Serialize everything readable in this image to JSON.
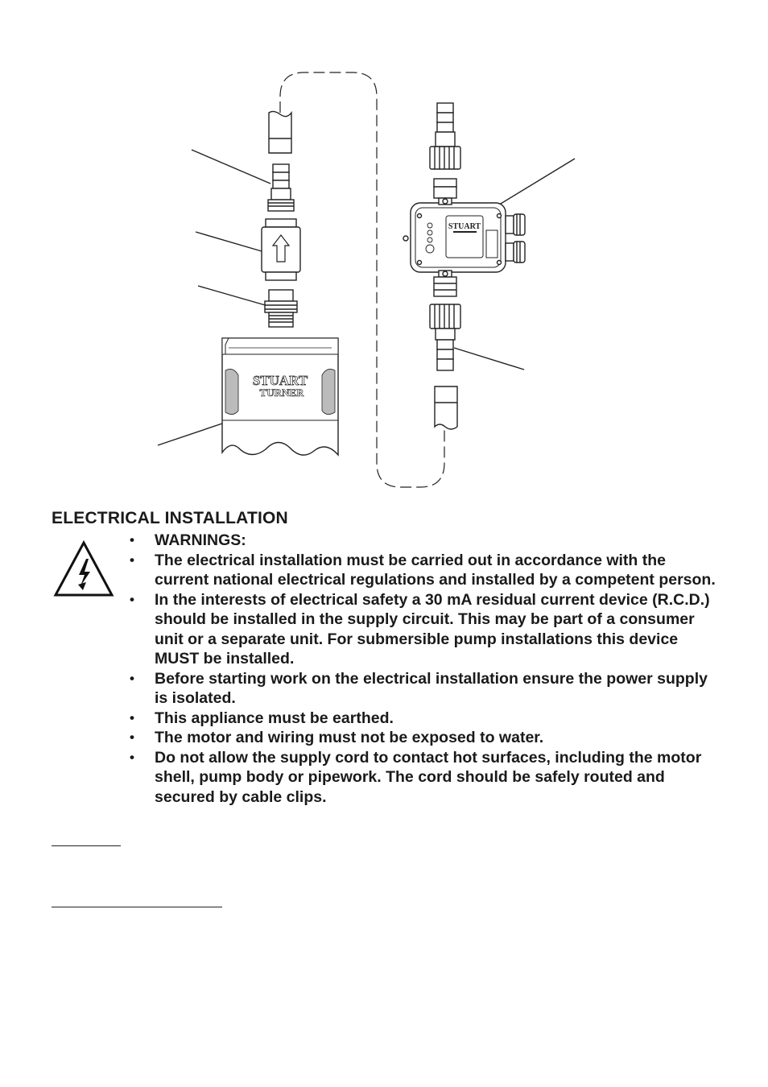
{
  "diagram": {
    "logo_top": "STUART",
    "logo_bottom": "TURNER"
  },
  "section": {
    "title": "ELECTRICAL INSTALLATION"
  },
  "warnings": [
    "WARNINGS:",
    "The electrical installation must be carried out in accordance with the current national electrical regulations and installed by a competent person.",
    "In the interests of electrical safety a 30 mA residual current device (R.C.D.) should be installed in the supply circuit.  This may be part of a consumer unit or a separate unit.  For submersible pump installations this device MUST be installed.",
    "Before starting work on the electrical installation ensure the power supply is isolated.",
    "This appliance must be earthed.",
    "The motor and wiring must not be exposed to water.",
    "Do not allow the supply cord to contact hot surfaces, including the motor shell, pump body or pipework.  The cord should be safely routed and secured by cable clips."
  ],
  "bullet_glyph": "•"
}
